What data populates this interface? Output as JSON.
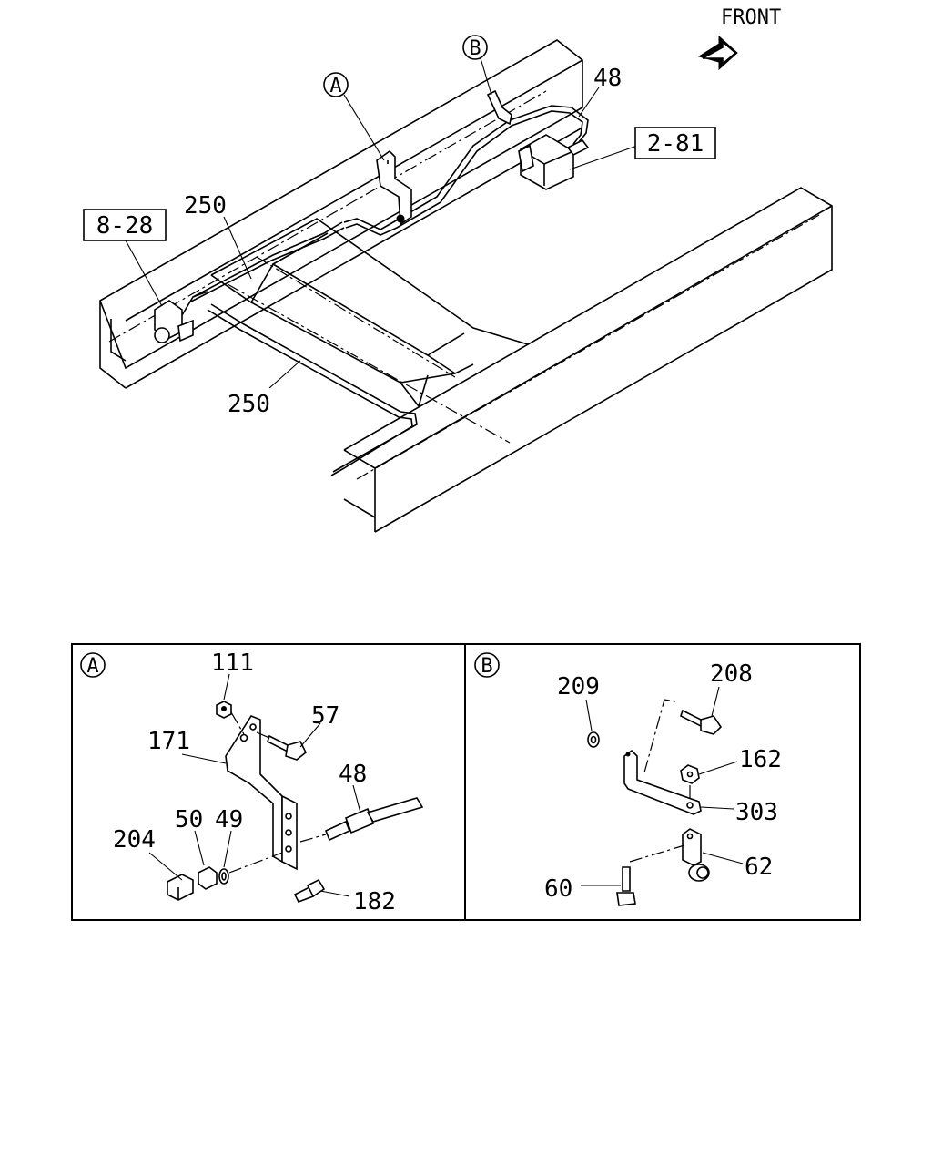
{
  "direction": {
    "label": "FRONT",
    "icon": "front-arrow-icon"
  },
  "references": [
    {
      "id": "ref-8-28",
      "label": "8-28"
    },
    {
      "id": "ref-2-81",
      "label": "2-81"
    }
  ],
  "main_callouts": {
    "detail_a": "A",
    "detail_b": "B",
    "pipe_48": "48",
    "pipe_250_upper": "250",
    "pipe_250_lower": "250"
  },
  "detail_a": {
    "marker": "A",
    "parts": {
      "p111": "111",
      "p57": "57",
      "p171": "171",
      "p48": "48",
      "p204": "204",
      "p50": "50",
      "p49": "49",
      "p182": "182"
    }
  },
  "detail_b": {
    "marker": "B",
    "parts": {
      "p209": "209",
      "p208": "208",
      "p162": "162",
      "p303": "303",
      "p62": "62",
      "p60": "60"
    }
  }
}
